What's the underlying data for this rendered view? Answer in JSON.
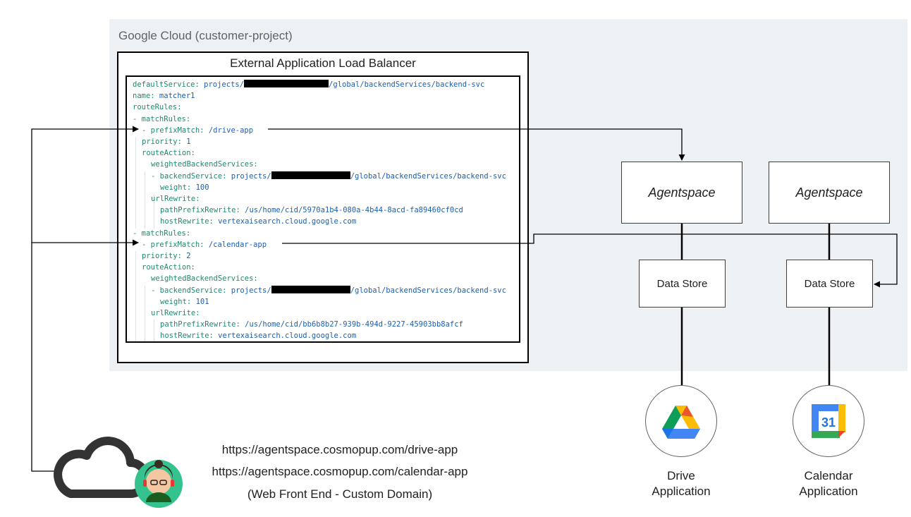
{
  "region": {
    "title": "Google Cloud (customer-project)"
  },
  "load_balancer": {
    "title": "External Application Load Balancer",
    "code_lines": [
      {
        "indent": 0,
        "key": "defaultService",
        "value_pre": "projects/",
        "redact_w": 120,
        "value_post": "/global/backendServices/backend-svc"
      },
      {
        "indent": 0,
        "key": "name",
        "value_pre": "matcher1",
        "redact_w": 0,
        "value_post": ""
      },
      {
        "indent": 0,
        "key": "routeRules",
        "value_pre": "",
        "redact_w": 0,
        "value_post": ""
      },
      {
        "indent": 0,
        "key": "- matchRules",
        "value_pre": "",
        "redact_w": 0,
        "value_post": ""
      },
      {
        "indent": 1,
        "key": "- prefixMatch",
        "value_pre": "/drive-app",
        "redact_w": 0,
        "value_post": ""
      },
      {
        "indent": 1,
        "key": "priority",
        "value_pre": "1",
        "redact_w": 0,
        "value_post": ""
      },
      {
        "indent": 1,
        "key": "routeAction",
        "value_pre": "",
        "redact_w": 0,
        "value_post": ""
      },
      {
        "indent": 2,
        "key": "weightedBackendServices",
        "value_pre": "",
        "redact_w": 0,
        "value_post": ""
      },
      {
        "indent": 2,
        "key": "- backendService",
        "value_pre": "projects/",
        "redact_w": 112,
        "value_post": "/global/backendServices/backend-svc"
      },
      {
        "indent": 3,
        "key": "weight",
        "value_pre": "100",
        "redact_w": 0,
        "value_post": ""
      },
      {
        "indent": 2,
        "key": "urlRewrite",
        "value_pre": "",
        "redact_w": 0,
        "value_post": ""
      },
      {
        "indent": 3,
        "key": "pathPrefixRewrite",
        "value_pre": "/us/home/cid/5970a1b4-080a-4b44-8acd-fa89460cf0cd",
        "redact_w": 0,
        "value_post": ""
      },
      {
        "indent": 3,
        "key": "hostRewrite",
        "value_pre": "vertexaisearch.cloud.google.com",
        "redact_w": 0,
        "value_post": ""
      },
      {
        "indent": 0,
        "key": "- matchRules",
        "value_pre": "",
        "redact_w": 0,
        "value_post": ""
      },
      {
        "indent": 1,
        "key": "- prefixMatch",
        "value_pre": "/calendar-app",
        "redact_w": 0,
        "value_post": ""
      },
      {
        "indent": 1,
        "key": "priority",
        "value_pre": "2",
        "redact_w": 0,
        "value_post": ""
      },
      {
        "indent": 1,
        "key": "routeAction",
        "value_pre": "",
        "redact_w": 0,
        "value_post": ""
      },
      {
        "indent": 2,
        "key": "weightedBackendServices",
        "value_pre": "",
        "redact_w": 0,
        "value_post": ""
      },
      {
        "indent": 2,
        "key": "- backendService",
        "value_pre": "projects/",
        "redact_w": 112,
        "value_post": "/global/backendServices/backend-svc"
      },
      {
        "indent": 3,
        "key": "weight",
        "value_pre": "101",
        "redact_w": 0,
        "value_post": ""
      },
      {
        "indent": 2,
        "key": "urlRewrite",
        "value_pre": "",
        "redact_w": 0,
        "value_post": ""
      },
      {
        "indent": 3,
        "key": "pathPrefixRewrite",
        "value_pre": "/us/home/cid/bb6b8b27-939b-494d-9227-45903bb8afcf",
        "redact_w": 0,
        "value_post": ""
      },
      {
        "indent": 3,
        "key": "hostRewrite",
        "value_pre": "vertexaisearch.cloud.google.com",
        "redact_w": 0,
        "value_post": ""
      }
    ]
  },
  "drive_stack": {
    "agent_label": "Agentspace",
    "datastore_label": "Data Store",
    "app_label_1": "Drive",
    "app_label_2": "Application"
  },
  "calendar_stack": {
    "agent_label": "Agentspace",
    "datastore_label": "Data Store",
    "app_label_1": "Calendar",
    "app_label_2": "Application",
    "calendar_day": "31"
  },
  "frontend": {
    "url_1": "https://agentspace.cosmopup.com/drive-app",
    "url_2": "https://agentspace.cosmopup.com/calendar-app",
    "caption": "(Web Front End - Custom Domain)"
  },
  "icons": [
    "cloud-icon",
    "user-avatar-icon",
    "google-drive-icon",
    "google-calendar-icon"
  ],
  "colors": {
    "yaml_key": "#1e8a70",
    "yaml_value": "#1a5fb4",
    "region_bg": "#eef1f4"
  }
}
